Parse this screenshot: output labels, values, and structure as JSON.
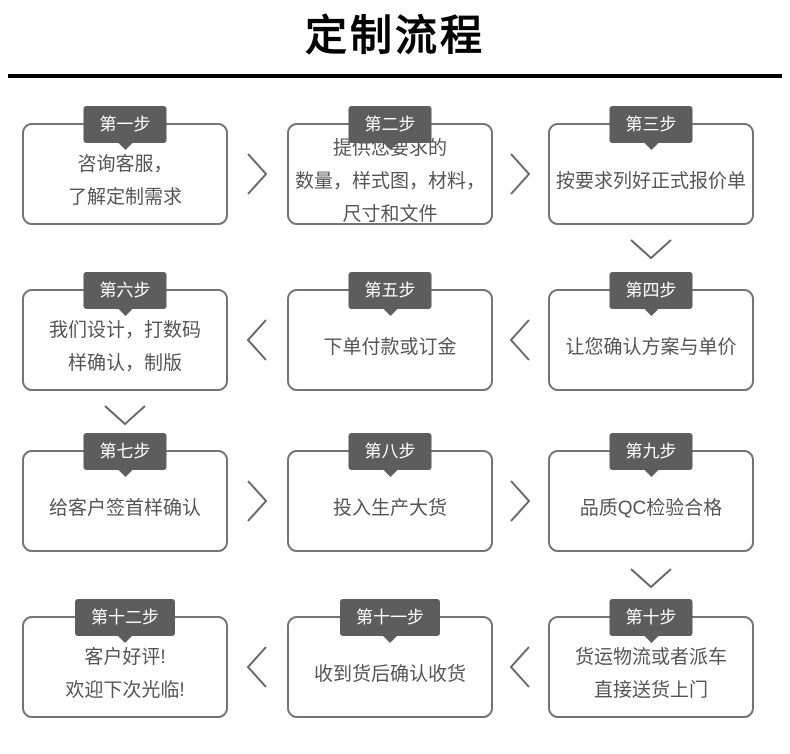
{
  "title": "定制流程",
  "colors": {
    "tab_bg": "#5d5d5d",
    "tab_text": "#ffffff",
    "box_border": "#747474",
    "box_text": "#555555",
    "chevron": "#666666",
    "title_color": "#000000"
  },
  "steps": [
    {
      "label": "第一步",
      "lines": [
        "咨询客服，",
        "了解定制需求"
      ]
    },
    {
      "label": "第二步",
      "lines": [
        "提供您要求的",
        "数量，样式图，材料，",
        "尺寸和文件"
      ]
    },
    {
      "label": "第三步",
      "lines": [
        "按要求列好正式报价单"
      ]
    },
    {
      "label": "第四步",
      "lines": [
        "让您确认方案与单价"
      ]
    },
    {
      "label": "第五步",
      "lines": [
        "下单付款或订金"
      ]
    },
    {
      "label": "第六步",
      "lines": [
        "我们设计，打数码",
        "样确认，制版"
      ]
    },
    {
      "label": "第七步",
      "lines": [
        "给客户签首样确认"
      ]
    },
    {
      "label": "第八步",
      "lines": [
        "投入生产大货"
      ]
    },
    {
      "label": "第九步",
      "lines": [
        "品质QC检验合格"
      ]
    },
    {
      "label": "第十步",
      "lines": [
        "货运物流或者派车",
        "直接送货上门"
      ]
    },
    {
      "label": "第十一步",
      "lines": [
        "收到货后确认收货"
      ]
    },
    {
      "label": "第十二步",
      "lines": [
        "客户好评!",
        "欢迎下次光临!"
      ]
    }
  ]
}
